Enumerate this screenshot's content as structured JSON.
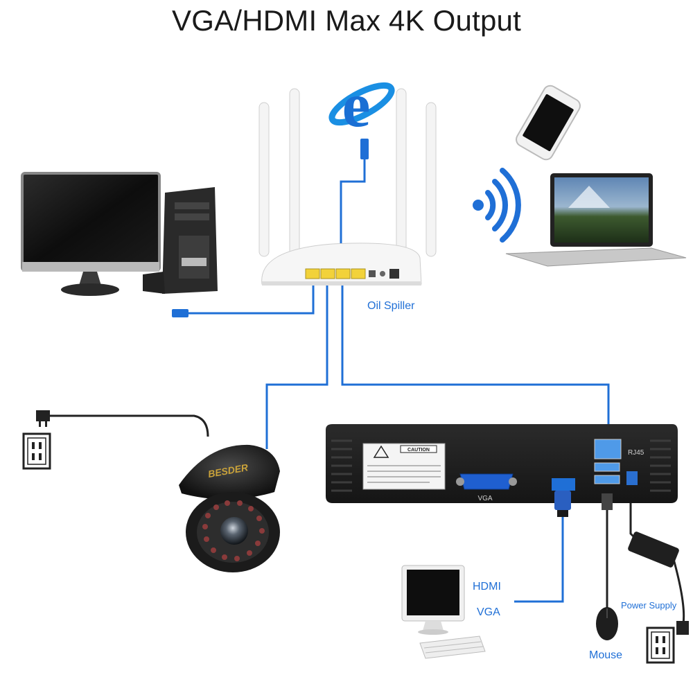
{
  "title": "VGA/HDMI Max 4K Output",
  "labels": {
    "router": "Oil Spiller",
    "hdmi": "HDMI",
    "vga_cable": "VGA",
    "vga_port": "VGA",
    "rj45": "RJ45",
    "power_supply": "Power Supply",
    "mouse": "Mouse",
    "caution": "CAUTION",
    "camera_brand": "BESDER"
  },
  "colors": {
    "cable": "#1f6fd6",
    "label": "#1f6fd6",
    "device_dark": "#1c1c1c",
    "router_body": "#f3f3f3",
    "port_yellow": "#f2d23a"
  },
  "icons": [
    "internet-explorer-icon",
    "wifi-icon",
    "power-outlet-icon",
    "power-plug-icon"
  ]
}
